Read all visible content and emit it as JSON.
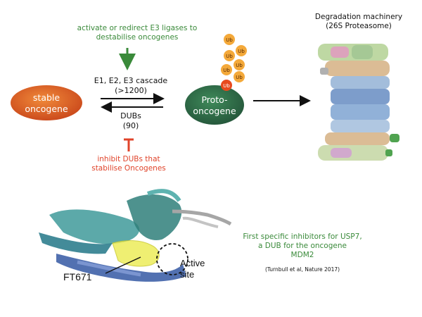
{
  "top_note": {
    "line1": "activate or redirect E3 ligases to",
    "line2": "destabilise oncogenes"
  },
  "stable_node": {
    "line1": "stable",
    "line2": "oncogene"
  },
  "forward": {
    "line1": "E1, E2, E3 cascade",
    "line2": "(>1200)"
  },
  "reverse": {
    "line1": "DUBs",
    "line2": "(90)"
  },
  "inhibit_note": {
    "line1": "inhibit DUBs that",
    "line2": "stabilise Oncogenes"
  },
  "proto_node": {
    "line1": "Proto-",
    "line2": "oncogene"
  },
  "ub_label": "Ub",
  "proteasome": {
    "line1": "Degradation machinery",
    "line2": "(26S Proteasome)"
  },
  "structure": {
    "ligand_label": "FT671",
    "site_line1": "Active",
    "site_line2": "site"
  },
  "finding": {
    "line1": "First specific inhibitors for USP7,",
    "line2": "a DUB for the oncogene",
    "line3": "MDM2",
    "citation": "(Turnbull et al, Nature 2017)"
  },
  "colors": {
    "green": "#3a8a3a",
    "red": "#e0432a",
    "stable": "#d9531e",
    "proto": "#2f6b45",
    "ub": "#f4a93a",
    "ub_first": "#e84a1e"
  }
}
